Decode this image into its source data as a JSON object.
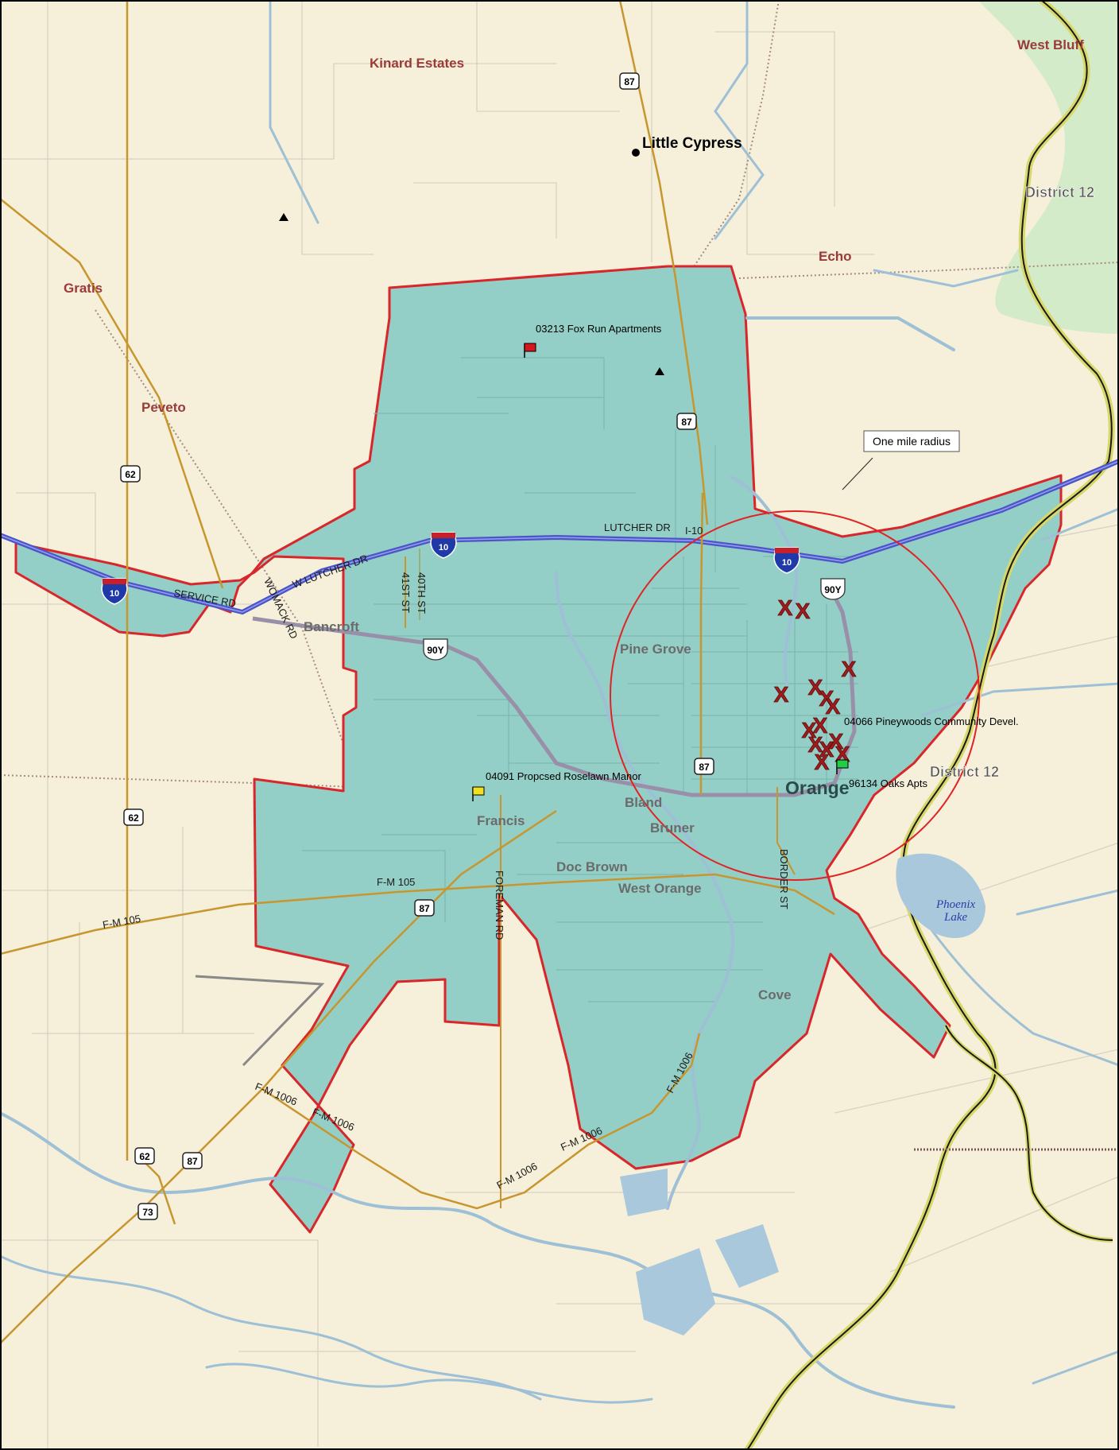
{
  "places": {
    "kinard_estates": "Kinard Estates",
    "little_cypress": "Little Cypress",
    "west_bluff": "West Bluff",
    "district_12_north": "District 12",
    "district_12_east": "District 12",
    "echo": "Echo",
    "gratis": "Gratis",
    "peveto": "Peveto",
    "bancroft": "Bancroft",
    "pine_grove": "Pine Grove",
    "orange": "Orange",
    "francis": "Francis",
    "bland": "Bland",
    "bruner": "Bruner",
    "doc_brown": "Doc Brown",
    "west_orange": "West Orange",
    "cove": "Cove",
    "phoenix": "Phoenix",
    "lake": "Lake"
  },
  "roads": {
    "w_lutcher": "W LUTCHER DR",
    "lutcher": "LUTCHER DR",
    "i10_label": "I-10",
    "service_rd": "SERVICE RD",
    "womack": "WOMACK RD",
    "st41": "41ST ST",
    "st40": "40TH ST",
    "border_st": "BORDER ST",
    "foreman_rd": "FOREMAN RD",
    "fm105_a": "F-M 105",
    "fm105_b": "F-M 105",
    "fm1006_a": "F-M 1006",
    "fm1006_b": "F-M 1006",
    "fm1006_c": "F-M 1006",
    "fm1006_d": "F-M 1006",
    "fm1006_e": "F-M 1006"
  },
  "shields": {
    "i10": "10",
    "us90y": "90Y",
    "sh87": "87",
    "sh62": "62",
    "sh73": "73"
  },
  "sites": {
    "fox_run": "03213 Fox Run Apartments",
    "roselawn": "04091 Propcsed Roselawn Manor",
    "pineywoods": "04066 Pineywoods Community Devel.",
    "oaks": "96134 Oaks Apts"
  },
  "callout": {
    "radius": "One mile radius"
  },
  "colors": {
    "land": "#f6efd9",
    "district_fill": "#93cfc6",
    "district_border": "#d9262a",
    "water": "#9ec0d6",
    "green_area": "#d3ebc8",
    "county_line": "#d8d86a",
    "marker_x": "#a01c1c",
    "flag_red": "#d8141c",
    "flag_yellow": "#f0e020",
    "flag_green": "#22cc44",
    "interstate": "#4a55c8",
    "highway": "#c7962f"
  },
  "markers": {
    "x_symbol": "X"
  }
}
